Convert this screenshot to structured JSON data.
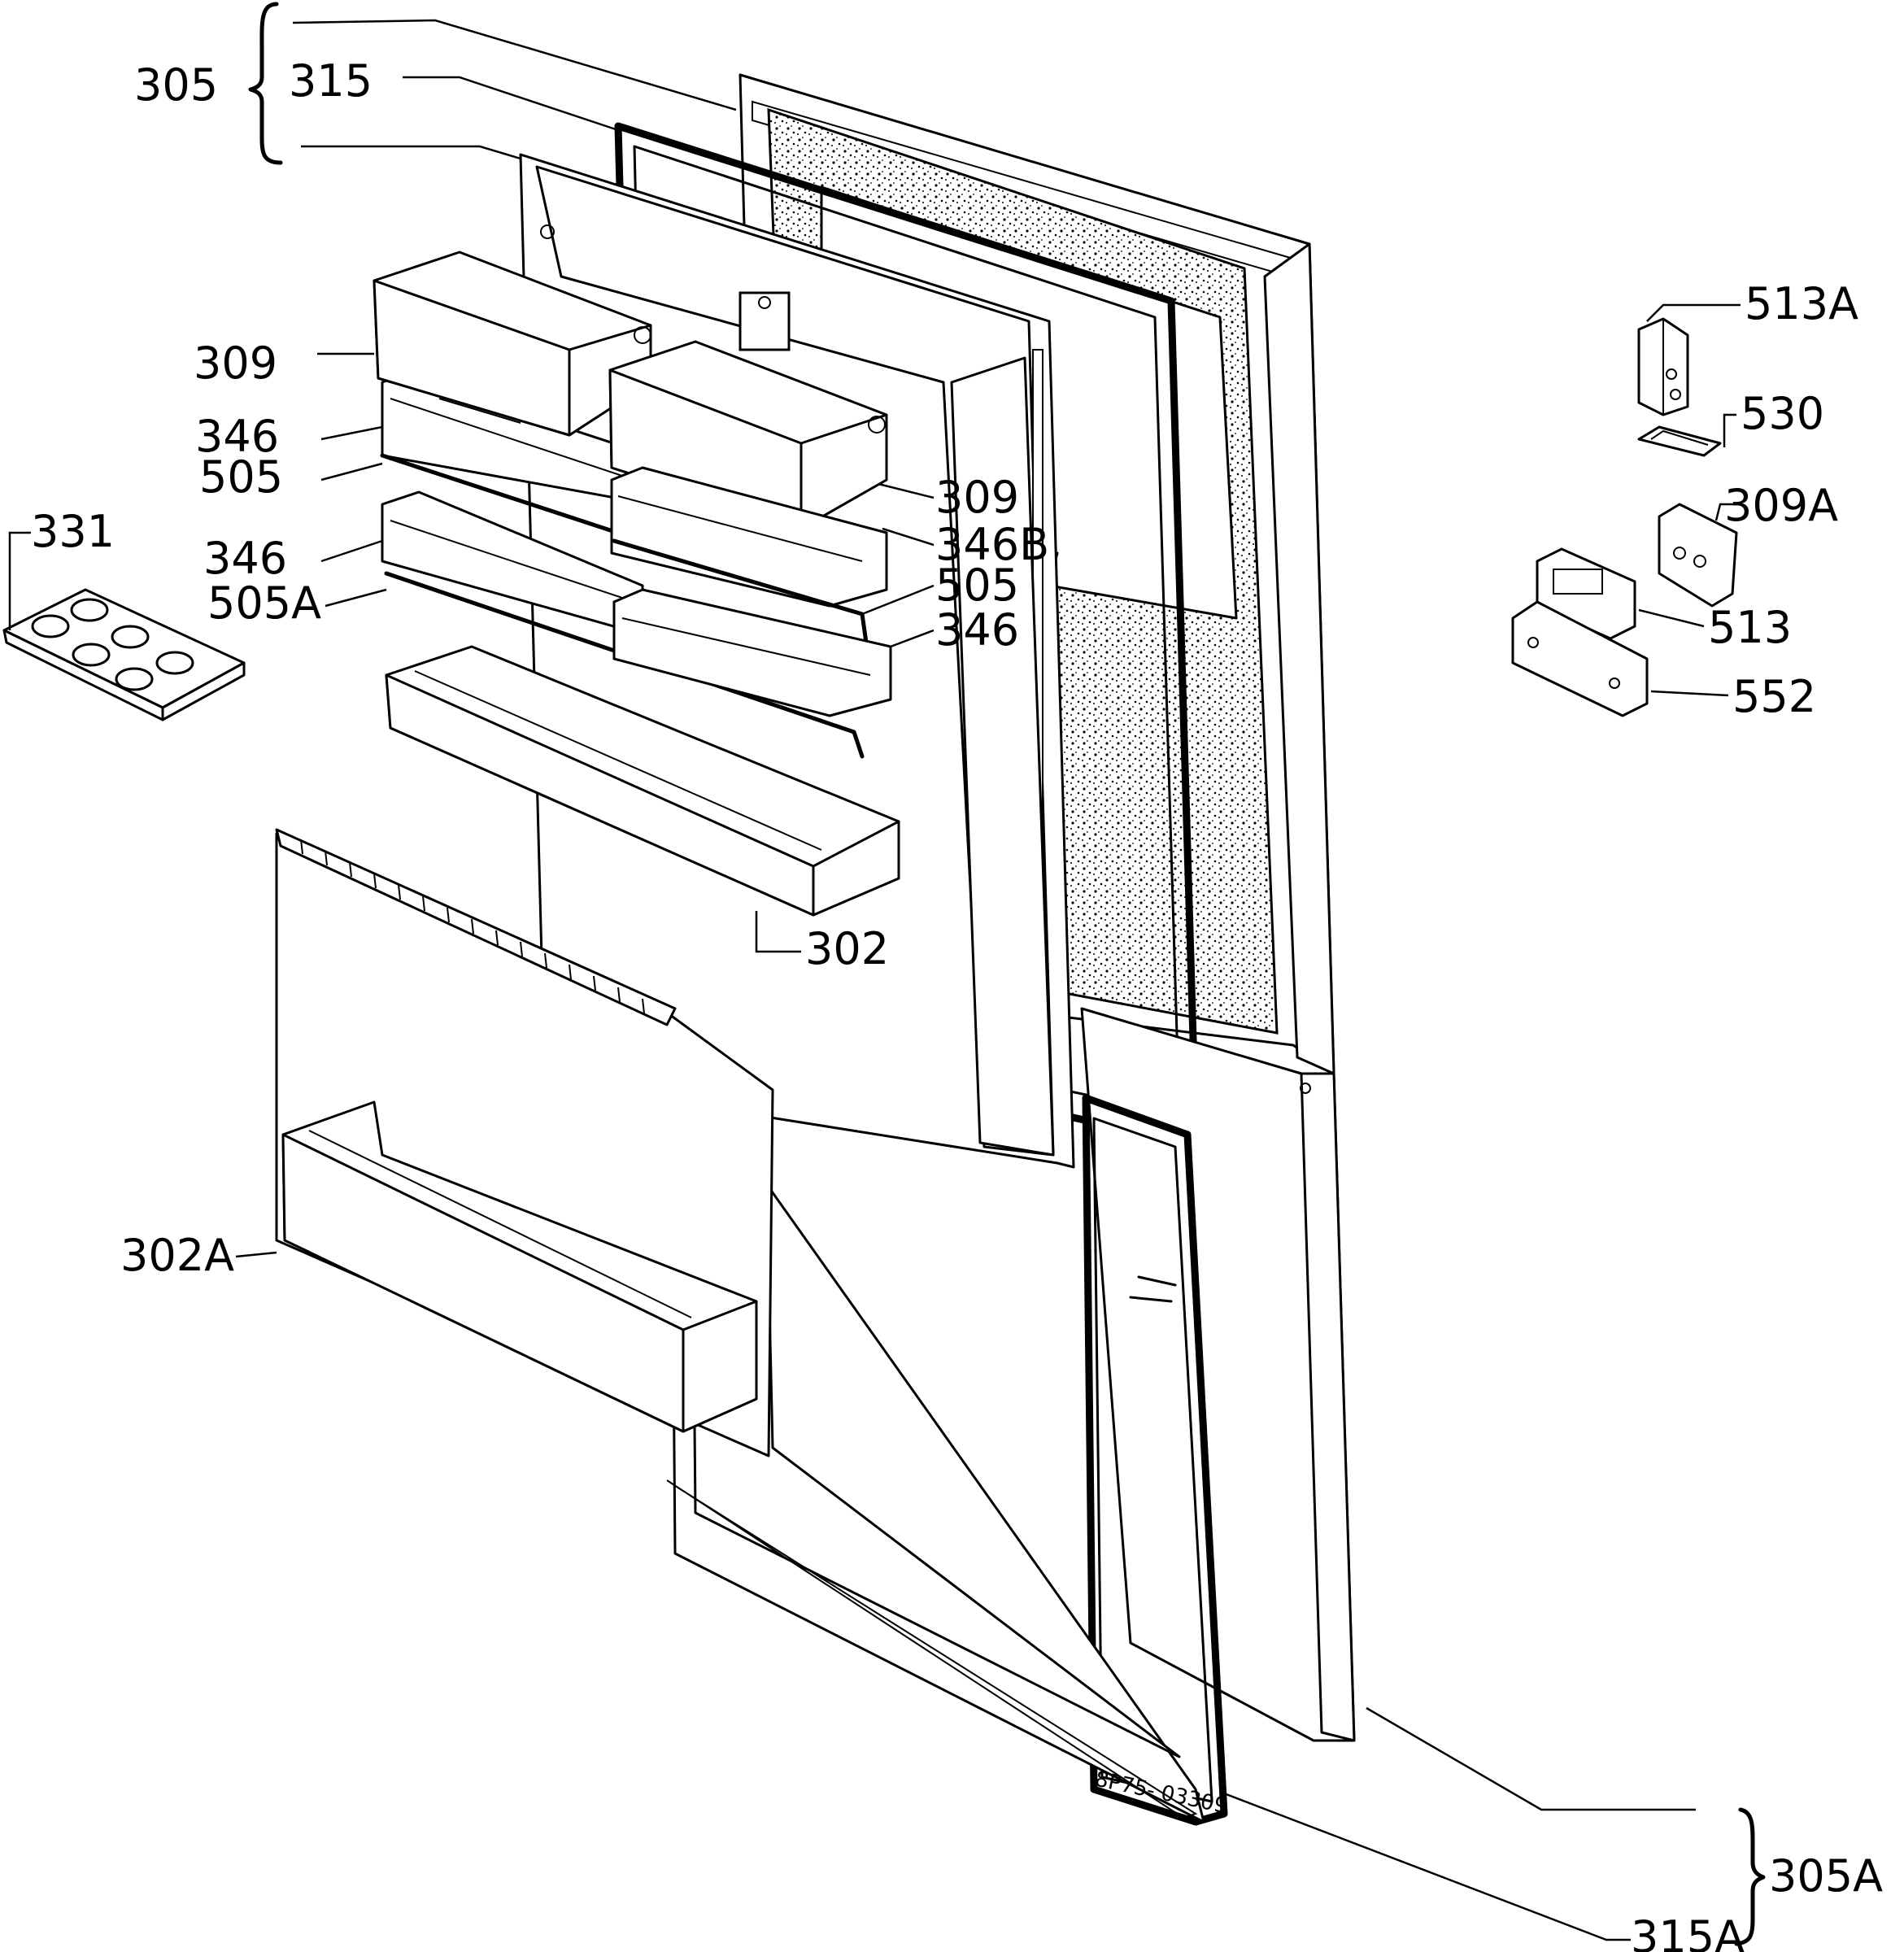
{
  "labels": {
    "l305": "305",
    "l315": "315",
    "l309a": "309",
    "l346a": "346",
    "l505a": "505",
    "l331": "331",
    "l346b": "346",
    "l505A": "505A",
    "l309b": "309",
    "l346B": "346B",
    "l505b": "505",
    "l346c": "346",
    "l302": "302",
    "l302A": "302A",
    "l513A": "513A",
    "l530": "530",
    "l309A": "309A",
    "l513": "513",
    "l552": "552",
    "l305A": "305A",
    "l315A": "315A"
  },
  "drawing_code": "8P75- 03309"
}
